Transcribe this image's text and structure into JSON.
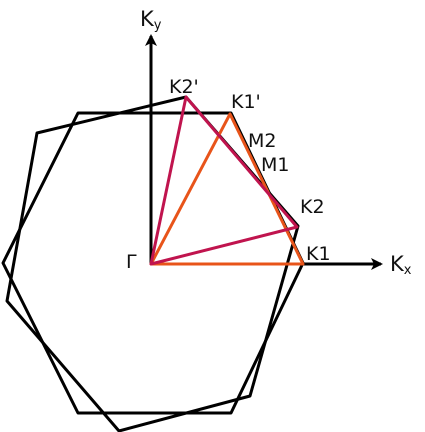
{
  "colors": {
    "hexagon": "#000000",
    "triangle_orange": "#E8541A",
    "triangle_crimson": "#C0144E",
    "axis": "#000000"
  },
  "axes": {
    "x": {
      "base": "K",
      "sub": "x"
    },
    "y": {
      "base": "K",
      "sub": "y"
    }
  },
  "points": {
    "gamma": "Γ",
    "k1": "K1",
    "k1p": "K1'",
    "k2": "K2",
    "k2p": "K2'",
    "m1": "M1",
    "m2": "M2"
  }
}
